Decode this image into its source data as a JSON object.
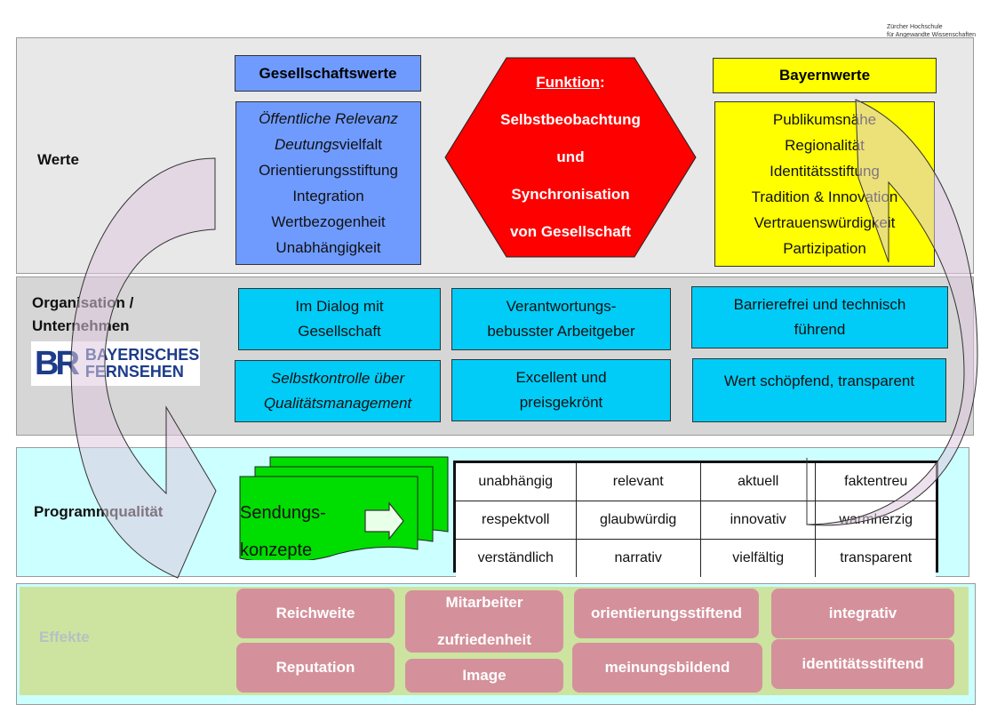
{
  "header": {
    "institution_line1": "Zürcher Hochschule",
    "institution_line2": "für Angewandte Wissenschaften"
  },
  "bands": {
    "werte": "Werte",
    "organisation_line1": "Organisation /",
    "organisation_line2": "Unternehmen",
    "programm": "Programmqualität",
    "effekte": "Effekte"
  },
  "werte": {
    "gesellschaft_title": "Gesellschaftswerte",
    "gesellschaft_items": [
      "Öffentliche Relevanz",
      "Deutungs",
      "vielfalt",
      "Orientierungsstiftung",
      "Integration",
      "Wertbezogenheit",
      "Unabhängigkeit"
    ],
    "funktion_label": "Funktion",
    "funktion_colon": ":",
    "funktion_lines": [
      "Selbstbeobachtung",
      "und",
      "Synchronisation",
      "von Gesellschaft"
    ],
    "bayern_title": "Bayernwerte",
    "bayern_items": [
      "Publikumsnähe",
      "Regionalität",
      "Identitätsstiftung",
      "Tradition & Innovation",
      "Vertrauenswürdigkeit",
      "Partizipation"
    ]
  },
  "logo": {
    "mark": "BR",
    "line1": "BAYERISCHES",
    "line2": "FERNSEHEN"
  },
  "organisation": {
    "dialog": [
      "Im Dialog mit",
      "Gesellschaft"
    ],
    "verantwortung": [
      "Verantwortungs-",
      "bebusster Arbeitgeber"
    ],
    "barrierefrei": [
      "Barrierefrei und technisch",
      "führend"
    ],
    "selbstkontrolle": [
      "Selbstkontrolle über",
      "Qualitätsmanagement"
    ],
    "excellent": [
      "Excellent und",
      "preisgekrönt"
    ],
    "wert": [
      "Wert schöpfend, transparent"
    ]
  },
  "programm": {
    "sendungen": [
      "Sendungs-",
      "konzepte"
    ],
    "qualities": [
      [
        "unabhängig",
        "relevant",
        "aktuell",
        "faktentreu"
      ],
      [
        "respektvoll",
        "glaubwürdig",
        "innovativ",
        "warmherzig"
      ],
      [
        "verständlich",
        "narrativ",
        "vielfältig",
        "transparent"
      ]
    ]
  },
  "effekte": {
    "reichweite": "Reichweite",
    "reputation": "Reputation",
    "mitarbeiter": [
      "Mitarbeiter",
      "zufriedenheit"
    ],
    "image": "Image",
    "orientierung": "orientierungsstiftend",
    "meinung": "meinungsbildend",
    "integrativ": "integrativ",
    "identitaet": "identitätsstiftend"
  },
  "colors": {
    "band_werte": "#e8e8e8",
    "band_org": "#d6d6d6",
    "band_programm": "#ccffff",
    "band_effekte": "#cce4a0",
    "gesellschaft": "#6f9bff",
    "funktion": "#ff0000",
    "bayern": "#ffff00",
    "org_box": "#00ccf7",
    "sendung": "#00dd00",
    "pill": "#d4919b"
  }
}
